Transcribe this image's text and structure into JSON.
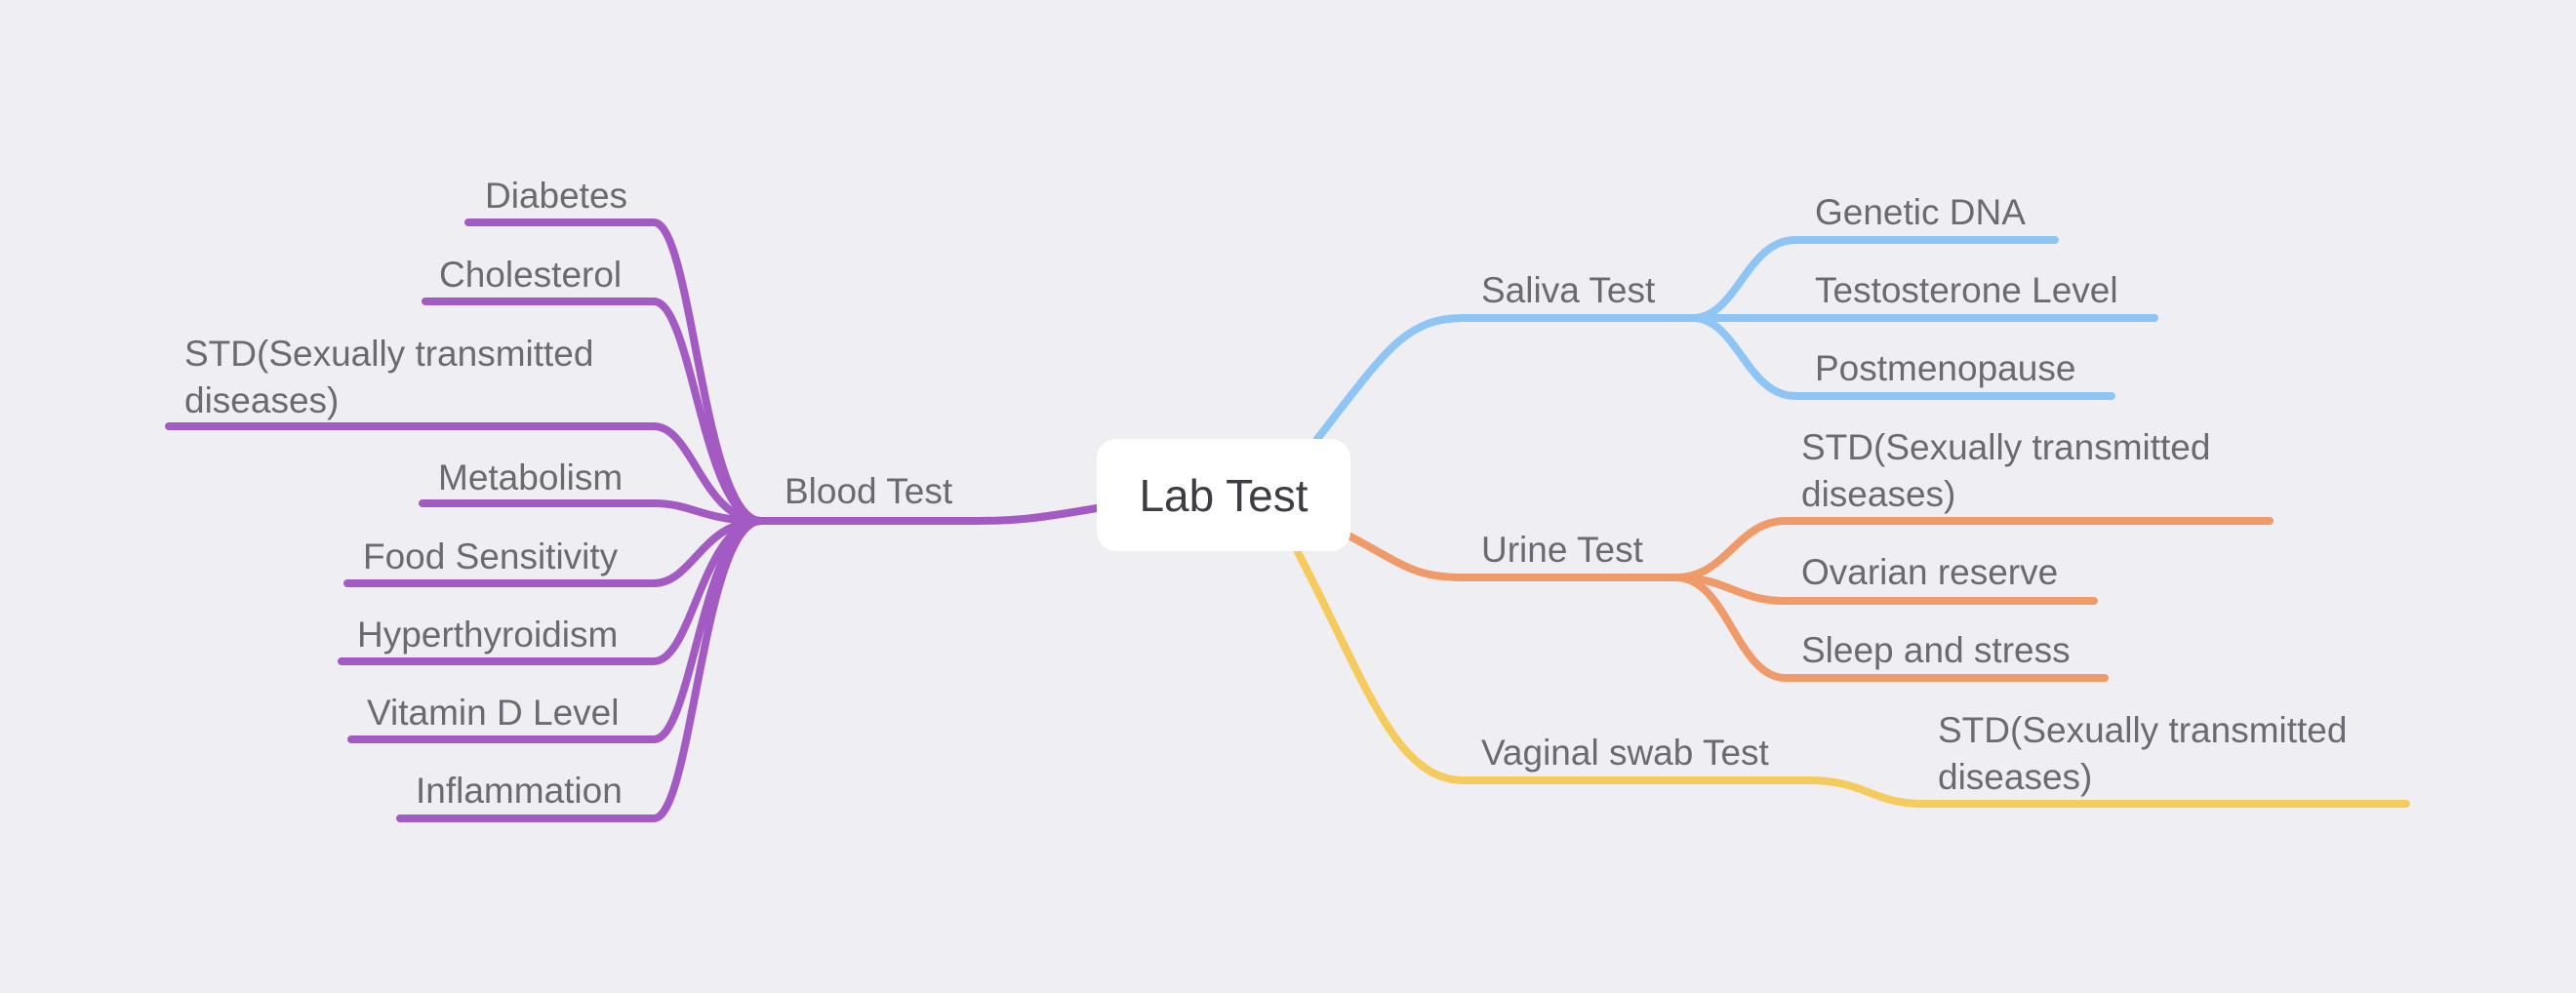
{
  "root": {
    "label": "Lab Test"
  },
  "branches": [
    {
      "label": "Blood Test",
      "color": "#a35bc3",
      "children": [
        {
          "label": "Diabetes"
        },
        {
          "label": "Cholesterol"
        },
        {
          "label": "STD(Sexually transmitted\ndiseases)"
        },
        {
          "label": "Metabolism"
        },
        {
          "label": "Food Sensitivity"
        },
        {
          "label": "Hyperthyroidism"
        },
        {
          "label": "Vitamin D Level"
        },
        {
          "label": "Inflammation"
        }
      ]
    },
    {
      "label": "Saliva Test",
      "color": "#8ec5f5",
      "children": [
        {
          "label": "Genetic DNA"
        },
        {
          "label": "Testosterone Level"
        },
        {
          "label": "Postmenopause"
        }
      ]
    },
    {
      "label": "Urine Test",
      "color": "#ef9a68",
      "children": [
        {
          "label": "STD(Sexually transmitted\ndiseases)"
        },
        {
          "label": "Ovarian reserve"
        },
        {
          "label": "Sleep and stress"
        }
      ]
    },
    {
      "label": "Vaginal swab Test",
      "color": "#f6cb5e",
      "children": [
        {
          "label": "STD(Sexually transmitted\ndiseases)"
        }
      ]
    }
  ]
}
